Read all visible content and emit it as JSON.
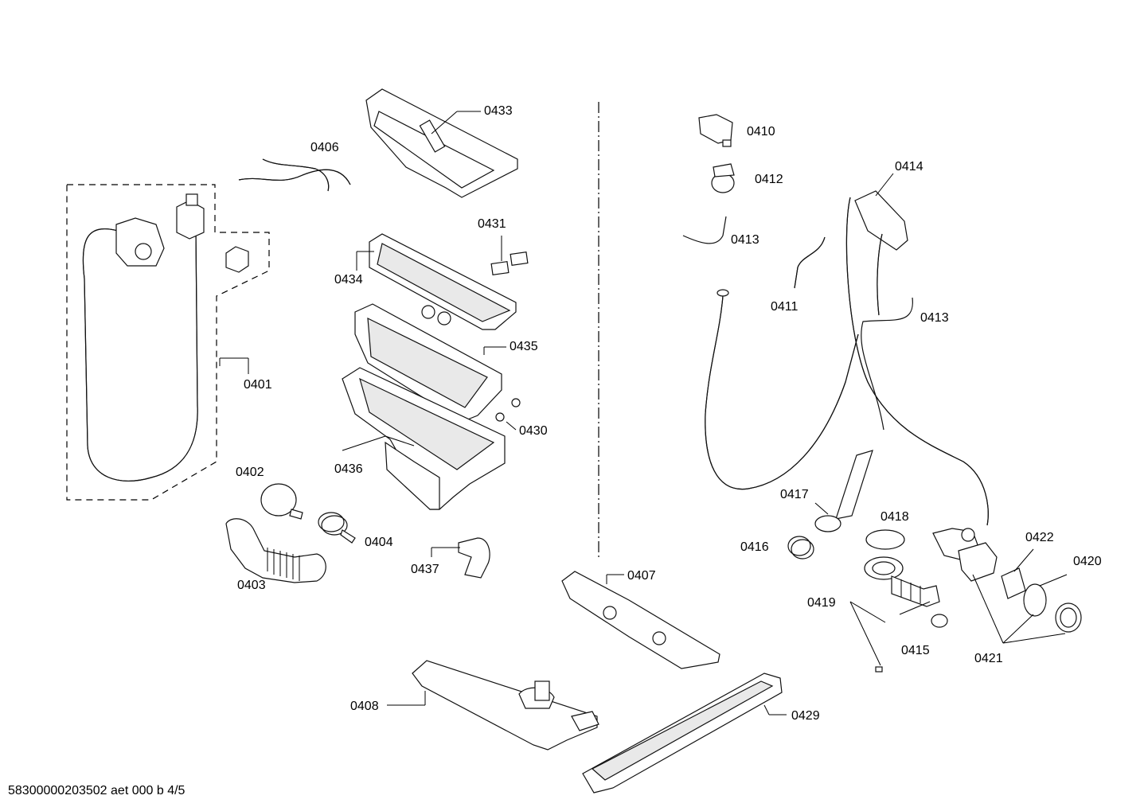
{
  "diagram": {
    "footer": "58300000203502 aet 000 b 4/5",
    "labels": {
      "l0401": "0401",
      "l0402": "0402",
      "l0403": "0403",
      "l0404": "0404",
      "l0406": "0406",
      "l0407": "0407",
      "l0408": "0408",
      "l0410": "0410",
      "l0411": "0411",
      "l0412": "0412",
      "l0413a": "0413",
      "l0413b": "0413",
      "l0414": "0414",
      "l0415": "0415",
      "l0416": "0416",
      "l0417": "0417",
      "l0418": "0418",
      "l0419": "0419",
      "l0420": "0420",
      "l0421": "0421",
      "l0422": "0422",
      "l0429": "0429",
      "l0430": "0430",
      "l0431": "0431",
      "l0433": "0433",
      "l0434": "0434",
      "l0435": "0435",
      "l0436": "0436",
      "l0437": "0437"
    }
  }
}
